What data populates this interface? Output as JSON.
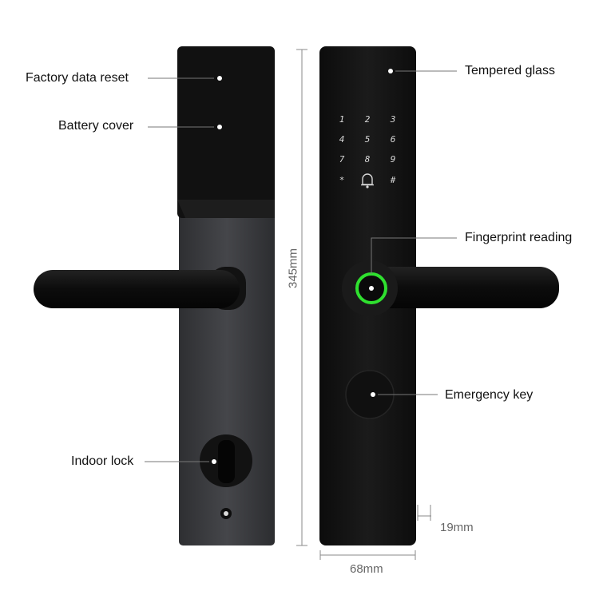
{
  "callouts": {
    "factory_reset": "Factory data reset",
    "battery_cover": "Battery cover",
    "indoor_lock": "Indoor lock",
    "tempered_glass": "Tempered glass",
    "fingerprint": "Fingerprint reading",
    "emergency_key": "Emergency key"
  },
  "dimensions": {
    "height": "345mm",
    "width": "68mm",
    "depth": "19mm"
  },
  "keypad": [
    "1",
    "2",
    "3",
    "4",
    "5",
    "6",
    "7",
    "8",
    "9",
    "*",
    "#"
  ],
  "colors": {
    "lock_body": "#141414",
    "indoor_plate": "#3b3c3f",
    "fingerprint_ring": "#2fe02f",
    "leader_line": "#777777"
  },
  "icons": {
    "doorbell": "bell-icon"
  }
}
